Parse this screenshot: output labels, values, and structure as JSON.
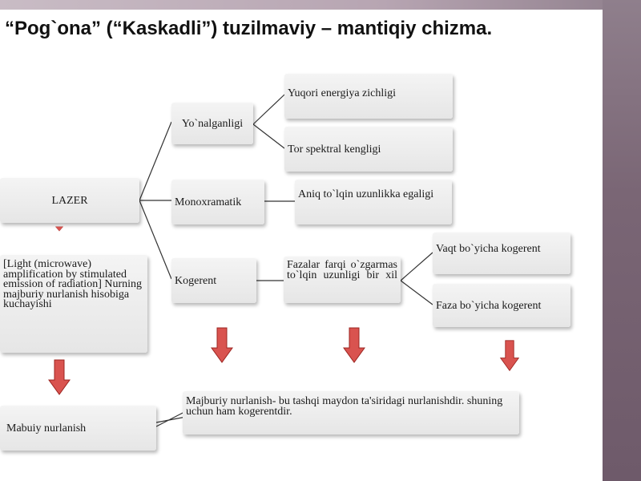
{
  "title": "“Pog`ona” (“Kaskadli”) tuzilmaviy – mantiqiy chizma.",
  "nodes": {
    "lazer": "LAZER",
    "yonalganligi": "Yo`nalganligi",
    "monoxramatik": "Monoxramatik",
    "kogerent": "Kogerent",
    "yuqori_energiya": "Yuqori energiya zichligi",
    "tor_spektral": "Tor spektral kengligi",
    "aniq_tolqin": "Aniq to`lqin uzunlikka egaligi",
    "fazalar_farqi": "Fazalar farqi o`zgarmas to`lqin uzunligi bir xil",
    "vaqt_kogerent": "Vaqt bo`yicha kogerent",
    "faza_kogerent": "Faza bo`yicha kogerent",
    "lazer_desc": "[Light (microwave) amplification by stimulated emission of radiation] Nurning majburiy nurlanish hisobiga kuchayishi",
    "mabuiy": "Mabuiy nurlanish",
    "majburiy_desc": "Majburiy nurlanish- bu tashqi maydon ta'siridagi nurlanishdir. shuning uchun ham kogerentdir."
  },
  "colors": {
    "arrow_fill": "#d9534f",
    "arrow_dark": "#9c2420",
    "line": "#333333"
  }
}
